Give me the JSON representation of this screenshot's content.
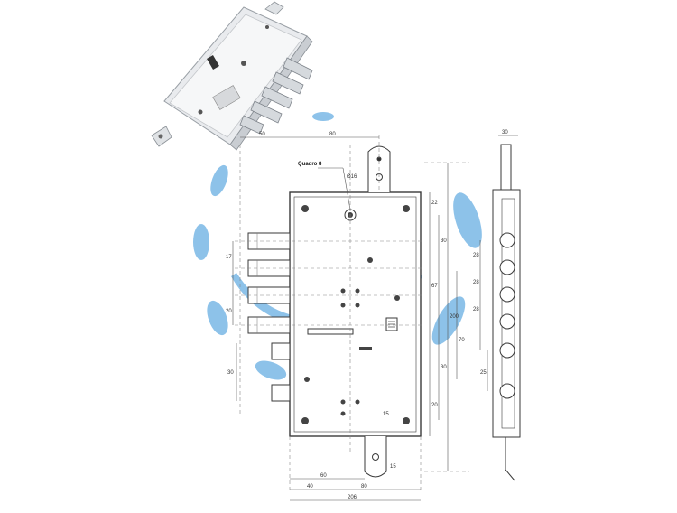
{
  "diagram": {
    "callout_label": "Quadro 8",
    "hole_label": "Ø16",
    "dimensions": {
      "top_left_width": "50",
      "top_center": "80",
      "top_right_width": "30",
      "bottom_a": "60",
      "bottom_b": "40",
      "bottom_c": "80",
      "bottom_total": "206",
      "bottom_small": "15",
      "right_1": "22",
      "right_2": "30",
      "right_3": "67",
      "right_4": "30",
      "right_5": "20",
      "right_center": "200",
      "right_tall": "70",
      "rail_1": "28",
      "rail_2": "28",
      "rail_3": "28",
      "rail_4": "25",
      "left_1": "17",
      "left_2": "20",
      "left_3": "30",
      "plate_tab": "15"
    }
  },
  "colors": {
    "line": "#3a3a3a",
    "dash": "#888888",
    "blue_blob": "#7ab8e6",
    "body_fill": "#ffffff"
  }
}
